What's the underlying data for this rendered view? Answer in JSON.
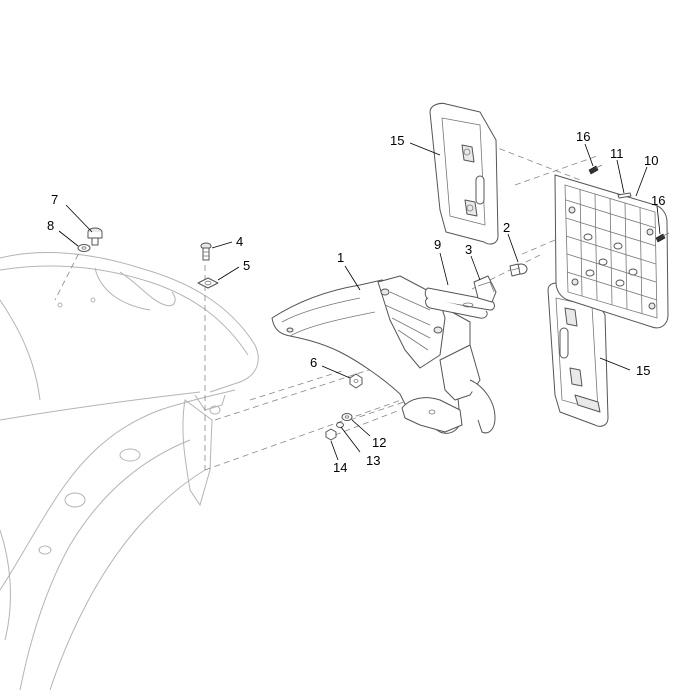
{
  "diagram": {
    "callouts": [
      "1",
      "2",
      "3",
      "4",
      "5",
      "6",
      "7",
      "8",
      "9",
      "10",
      "11",
      "12",
      "13",
      "14",
      "15",
      "15",
      "16",
      "16"
    ],
    "parts": [
      "rear-body-panel",
      "license-plate-holder-bracket",
      "plate-mounting-panel",
      "rubber-strip",
      "reflector-left",
      "reflector-right",
      "screw",
      "clip-nut",
      "washer",
      "nut"
    ]
  }
}
